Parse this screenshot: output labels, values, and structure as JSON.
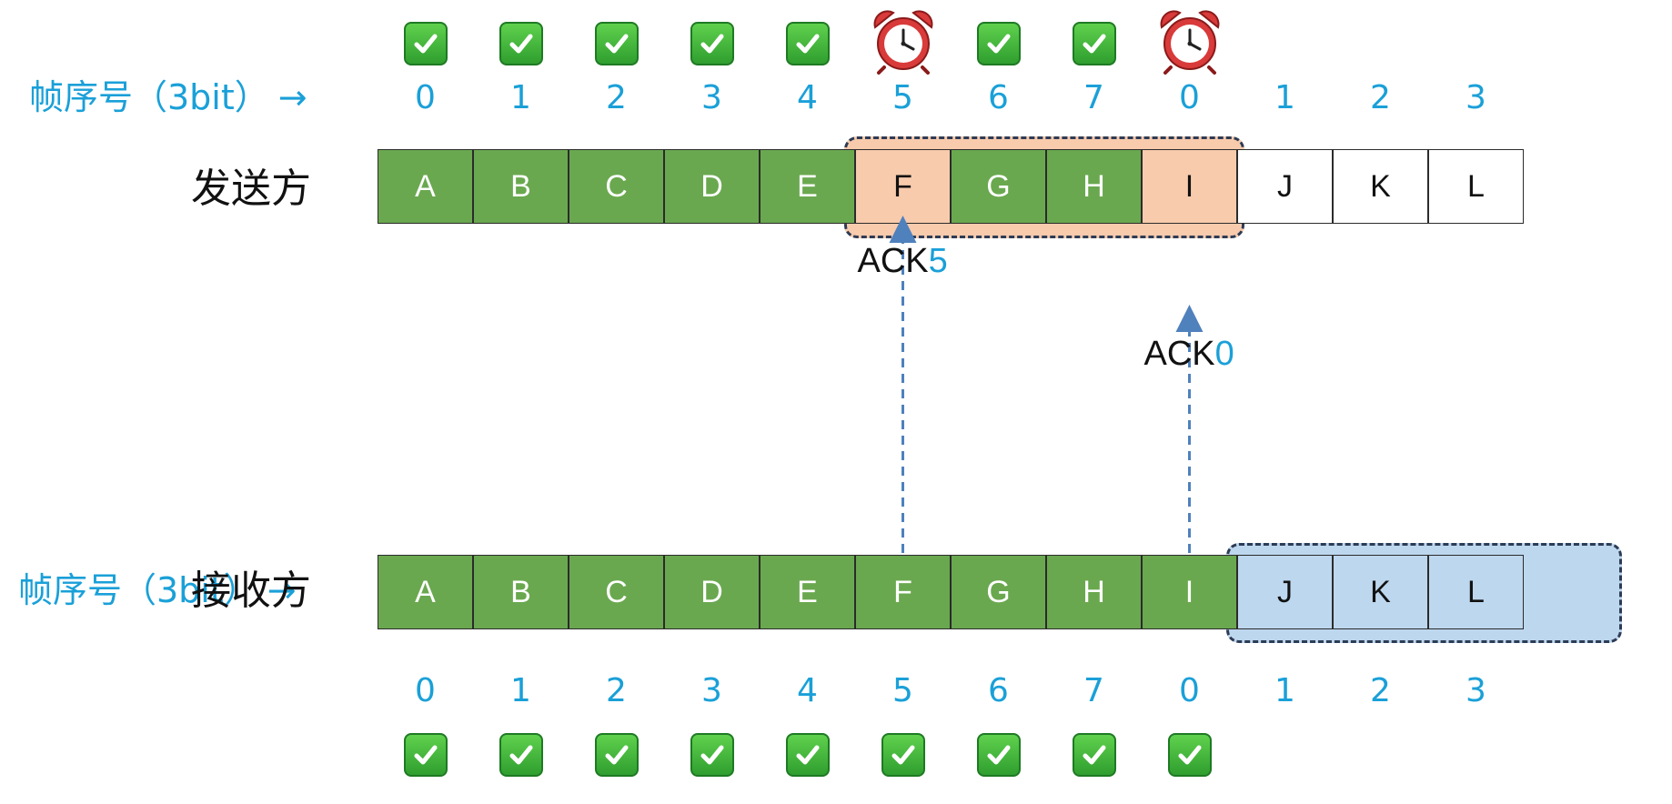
{
  "seq_label": "帧序号（3bit）",
  "seq_arrow": "→",
  "sequence_numbers": [
    "0",
    "1",
    "2",
    "3",
    "4",
    "5",
    "6",
    "7",
    "0",
    "1",
    "2",
    "3"
  ],
  "sender": {
    "label": "发送方",
    "frames": [
      {
        "letter": "A",
        "state": "green"
      },
      {
        "letter": "B",
        "state": "green"
      },
      {
        "letter": "C",
        "state": "green"
      },
      {
        "letter": "D",
        "state": "green"
      },
      {
        "letter": "E",
        "state": "green"
      },
      {
        "letter": "F",
        "state": "salmon"
      },
      {
        "letter": "G",
        "state": "green"
      },
      {
        "letter": "H",
        "state": "green"
      },
      {
        "letter": "I",
        "state": "salmon"
      },
      {
        "letter": "J",
        "state": "white"
      },
      {
        "letter": "K",
        "state": "white"
      },
      {
        "letter": "L",
        "state": "white"
      }
    ],
    "status_icons": [
      "check-icon",
      "check-icon",
      "check-icon",
      "check-icon",
      "check-icon",
      "alarm-clock-icon",
      "check-icon",
      "check-icon",
      "alarm-clock-icon",
      "",
      "",
      ""
    ]
  },
  "receiver": {
    "label": "接收方",
    "frames": [
      {
        "letter": "A",
        "state": "green"
      },
      {
        "letter": "B",
        "state": "green"
      },
      {
        "letter": "C",
        "state": "green"
      },
      {
        "letter": "D",
        "state": "green"
      },
      {
        "letter": "E",
        "state": "green"
      },
      {
        "letter": "F",
        "state": "green"
      },
      {
        "letter": "G",
        "state": "green"
      },
      {
        "letter": "H",
        "state": "green"
      },
      {
        "letter": "I",
        "state": "green"
      },
      {
        "letter": "J",
        "state": "blue"
      },
      {
        "letter": "K",
        "state": "blue"
      },
      {
        "letter": "L",
        "state": "blue"
      }
    ],
    "status_icons": [
      "check-icon",
      "check-icon",
      "check-icon",
      "check-icon",
      "check-icon",
      "check-icon",
      "check-icon",
      "check-icon",
      "check-icon",
      "",
      "",
      ""
    ]
  },
  "acks": [
    {
      "text": "ACK",
      "num": "5",
      "frame_index": 5
    },
    {
      "text": "ACK",
      "num": "0",
      "frame_index": 8
    }
  ],
  "sender_window_frames": [
    5,
    8
  ],
  "receiver_window_frames": [
    9,
    11
  ],
  "colors": {
    "frame_green": "#6aa84f",
    "frame_salmon": "#f8cbad",
    "frame_blue": "#bdd7ee",
    "sequence_text": "#1aa0d8",
    "ack_arrow": "#4f81bd"
  }
}
